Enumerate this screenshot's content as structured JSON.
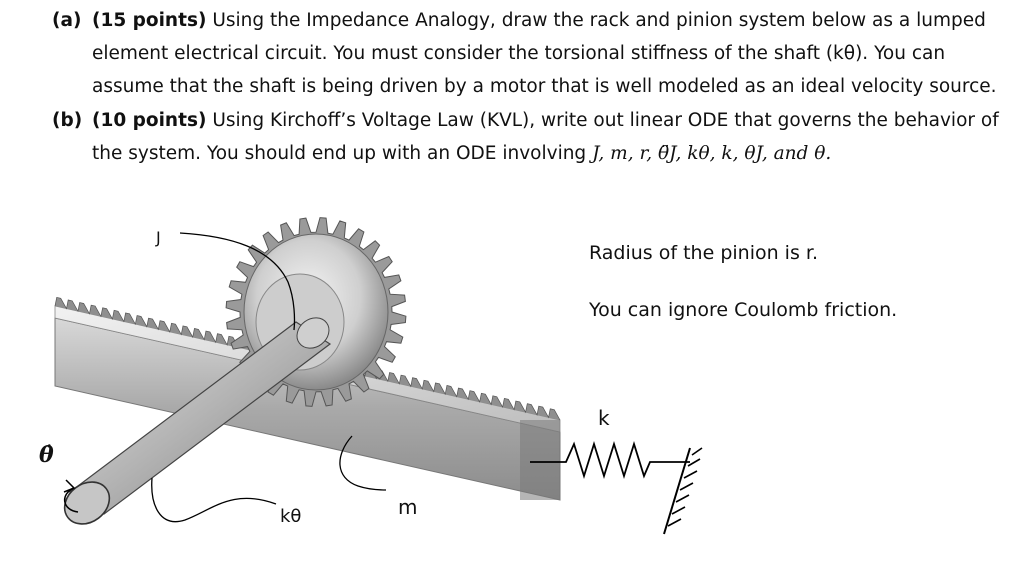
{
  "part_a": {
    "label": "(a)",
    "points": "(15 points)",
    "line1": "Using the Impedance Analogy, draw the rack and pinion system below as a lumped",
    "line2": "element electrical circuit.  You must consider the torsional stiffness of the shaft (kθ).  You can",
    "line3": "assume that the shaft is being driven by a motor that is well modeled as an ideal velocity source."
  },
  "part_b": {
    "label": "(b)",
    "points": "(10 points)",
    "line1": "Using Kirchoff’s Voltage Law (KVL), write out linear ODE that governs the behavior of",
    "line2_prefix": "the system. You should end up with an ODE involving ",
    "line2_math": "J, m, r, θ̈J, kθ, k, θJ, and θ."
  },
  "notes": {
    "radius": "Radius of the pinion is r.",
    "friction": "You can ignore Coulomb friction."
  },
  "labels": {
    "J": "J",
    "k_theta": "kθ",
    "m": "m",
    "k": "k",
    "theta_dot": "θ̇"
  },
  "colors": {
    "metal_light": "#e4e4e4",
    "metal_mid": "#b9b9b9",
    "metal_dark": "#6e6e6e",
    "line": "#000000"
  }
}
